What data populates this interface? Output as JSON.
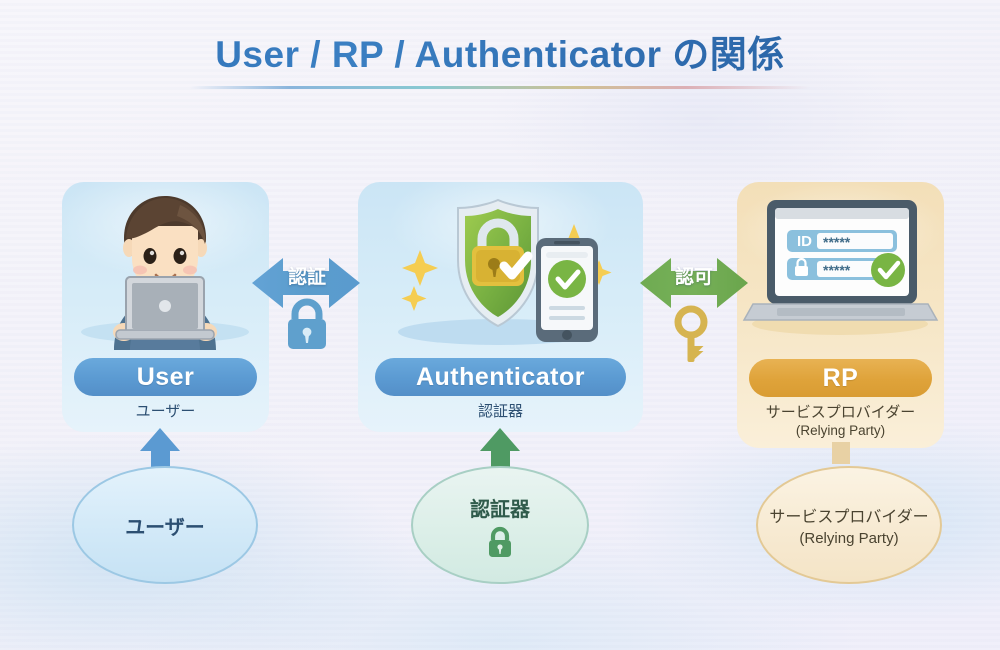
{
  "title": "User / RP / Authenticator の関係",
  "cards": [
    {
      "id": "user",
      "name": "User",
      "label_en": "User",
      "label_jp": "ユーザー",
      "label_paren": "",
      "accent": "#5b9ad2",
      "art": "person-at-laptop-illustration"
    },
    {
      "id": "authenticator",
      "name": "Authenticator",
      "label_en": "Authenticator",
      "label_jp": "認証器",
      "label_paren": "",
      "accent": "#5b9ad2",
      "art": "green-shield-padlock-and-smartphone-illustration"
    },
    {
      "id": "rp",
      "name": "RP",
      "label_en": "RP",
      "label_jp": "サービスプロバイダー",
      "label_paren": "(Relying Party)",
      "accent": "#dfa33a",
      "art": "laptop-login-form-illustration"
    }
  ],
  "connectors": [
    {
      "id": "auth",
      "label": "認証",
      "color": "#5b9ccc",
      "direction": "bidirectional",
      "icon": "padlock-icon",
      "from": "User",
      "to": "Authenticator"
    },
    {
      "id": "authz",
      "label": "認可",
      "color": "#6aa84f",
      "direction": "bidirectional",
      "icon": "key-icon",
      "from": "Authenticator",
      "to": "RP"
    }
  ],
  "ellipses": [
    {
      "id": "user",
      "line1": "ユーザー",
      "line2": "",
      "icon": "",
      "color": "#9cc8e4",
      "arrow_color": "#5b9ad2"
    },
    {
      "id": "authenticator",
      "line1": "認証器",
      "line2": "",
      "icon": "padlock-icon",
      "color": "#a8cfc4",
      "arrow_color": "#4f9a63"
    },
    {
      "id": "rp",
      "line1": "サービスプロバイダー",
      "line2": "(Relying Party)",
      "icon": "",
      "color": "#e3c995",
      "arrow_color": "#e4c99a"
    }
  ],
  "rp_screen": {
    "id_label": "ID",
    "id_value": "*****",
    "password_icon": "lock-icon",
    "password_value": "*****",
    "status_icon": "check-circle-icon"
  }
}
